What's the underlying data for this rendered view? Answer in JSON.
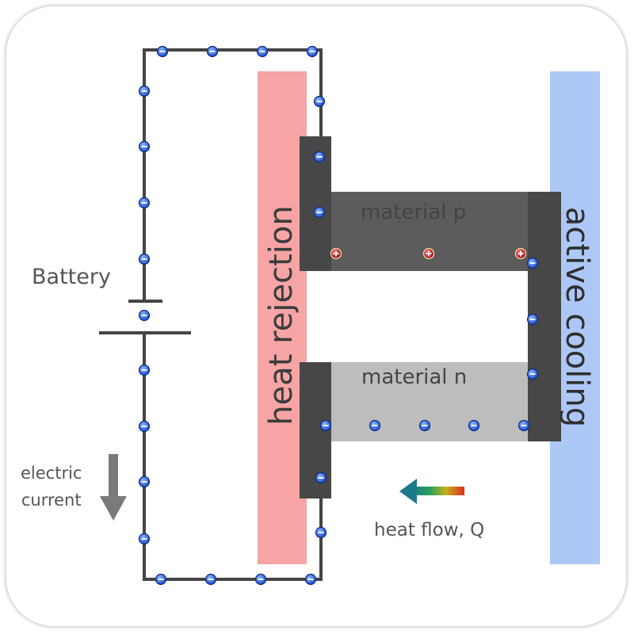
{
  "labels": {
    "battery": "Battery",
    "electric_current_line1": "electric",
    "electric_current_line2": "current",
    "heat_rejection": "heat rejection",
    "active_cooling": "active cooling",
    "material_p": "material p",
    "material_n": "material n",
    "heat_flow": "heat flow, Q"
  },
  "colors": {
    "heat_rejection_band": "#f59a9a",
    "active_cooling_band": "#a9c4f5",
    "material_p_fill": "#5c5c5c",
    "material_n_fill": "#bdbdbd",
    "contact_block": "#474747",
    "electron": "#2a63e0",
    "hole": "#b4122a",
    "wire": "#444444"
  },
  "charge_symbols": {
    "electron": "-",
    "hole": "+"
  }
}
